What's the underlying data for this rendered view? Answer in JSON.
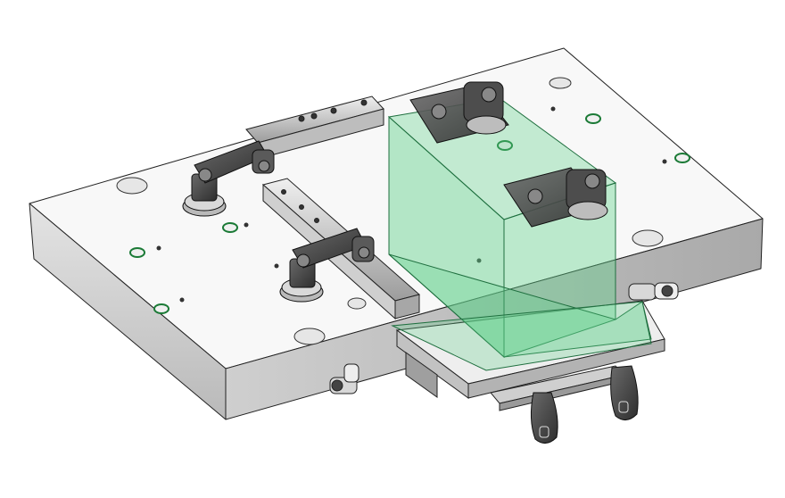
{
  "scene": {
    "background": "#ffffff",
    "colors": {
      "plate_top": "#f7f7f7",
      "plate_side": "#d7d7d7",
      "plate_front": "#c9c9c9",
      "plate_edge": "#222222",
      "dark_part": "#4a4a4a",
      "mid_part": "#9a9a9a",
      "light_part": "#e2e2e2",
      "nest_fill": "#5fd18a",
      "nest_edge": "#1f7a45",
      "bolt_ring": "#2aa24f",
      "hole": "#cfcfcf"
    },
    "icons": [
      "base-plate",
      "toggle-clamp",
      "toggle-clamp",
      "toggle-clamp",
      "toggle-clamp",
      "transparent-nest-block",
      "slide-rail",
      "handle",
      "handle",
      "pneumatic-fitting",
      "pneumatic-fitting"
    ]
  }
}
